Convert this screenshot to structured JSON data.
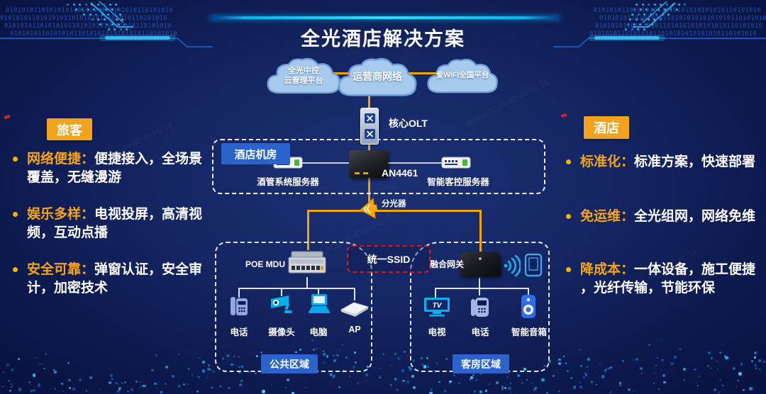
{
  "title": "全光酒店解决方案",
  "clouds": [
    {
      "line1": "全光中控",
      "line2": "云管理平台"
    },
    {
      "line1": "运营商网络",
      "line2": ""
    },
    {
      "line1": "爱WIFI全国平台",
      "line2": ""
    }
  ],
  "topology": {
    "olt_label": "核心OLT",
    "machine_room": {
      "label": "酒店机房",
      "server_left": "酒管系统服务器",
      "device": "AN4461",
      "server_right": "智能客控服务器"
    },
    "splitter_label": "分光器",
    "ssid_label": "统一SSID",
    "public_zone": {
      "switch_label": "POE MDU",
      "devices": [
        "电话",
        "摄像头",
        "电脑",
        "AP"
      ],
      "zone_label": "公共区域"
    },
    "room_zone": {
      "gateway_label": "融合网关",
      "devices": [
        "电视",
        "电话",
        "智能音箱"
      ],
      "zone_label": "客房区域"
    }
  },
  "left_panel": {
    "badge": "旅客",
    "items": [
      {
        "term": "网络便捷：",
        "desc": "便捷接入，全场景覆盖，无缝漫游"
      },
      {
        "term": "娱乐多样：",
        "desc": "电视投屏，高清视频，互动点播"
      },
      {
        "term": "安全可靠：",
        "desc": "弹窗认证，安全审计，加密技术"
      }
    ]
  },
  "right_panel": {
    "badge": "酒店",
    "items": [
      {
        "term": "标准化：",
        "desc": "标准方案，快速部署"
      },
      {
        "term": "免运维：",
        "desc": "全光组网，网络免维"
      },
      {
        "term": "降成本：",
        "desc": "一体设备，施工便捷 ，光纤传输，节能环保"
      }
    ]
  },
  "decor": {
    "binary": "0101010110101010110101010101010101101010101010",
    "watermark": "renhui  CC:09:4C:40:FC:74",
    "accent_orange": "#f3a400",
    "accent_cyan": "#22c6f8",
    "tag_blue": "#2a63cc",
    "ssid_red": "#e31414"
  }
}
